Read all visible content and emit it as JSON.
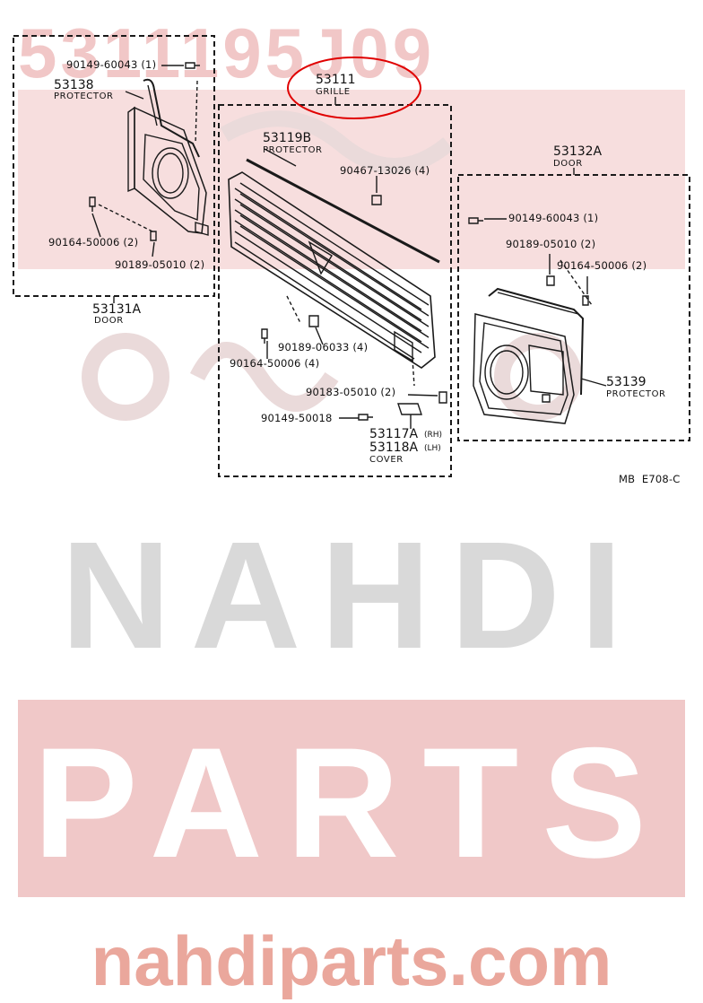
{
  "watermark": {
    "top_code": "5311195J09",
    "brand_name": "NAHDI",
    "brand_parts": "PARTS",
    "website": "nahdiparts.com",
    "colors": {
      "red": "#e9b0b0",
      "gray": "#dddddd",
      "website_red": "#eaa79c"
    }
  },
  "diagram": {
    "left_group": {
      "part_no": "53131A",
      "part_desc": "DOOR",
      "callouts": [
        {
          "part_no": "53138",
          "part_desc": "PROTECTOR"
        },
        {
          "label": "90149-60043 (1)"
        },
        {
          "label": "90164-50006 (2)"
        },
        {
          "label": "90189-05010 (2)"
        }
      ]
    },
    "center_group": {
      "part_no": "53111",
      "part_desc": "GRILLE",
      "highlight_color": "#e00000",
      "callouts": [
        {
          "part_no": "53119B",
          "part_desc": "PROTECTOR"
        },
        {
          "label": "90467-13026 (4)"
        },
        {
          "label": "90189-06033 (4)"
        },
        {
          "label": "90164-50006 (4)"
        },
        {
          "label": "90183-05010 (2)"
        },
        {
          "label": "90149-50018"
        }
      ],
      "cover": {
        "rh_no": "53117A",
        "rh_side": "(RH)",
        "lh_no": "53118A",
        "lh_side": "(LH)",
        "desc": "COVER"
      }
    },
    "right_group": {
      "part_no": "53132A",
      "part_desc": "DOOR",
      "callouts": [
        {
          "label": "90149-60043 (1)"
        },
        {
          "label": "90189-05010 (2)"
        },
        {
          "label": "90164-50006 (2)"
        },
        {
          "part_no": "53139",
          "part_desc": "PROTECTOR"
        }
      ]
    },
    "figure_ref": "MB  E708-C"
  }
}
